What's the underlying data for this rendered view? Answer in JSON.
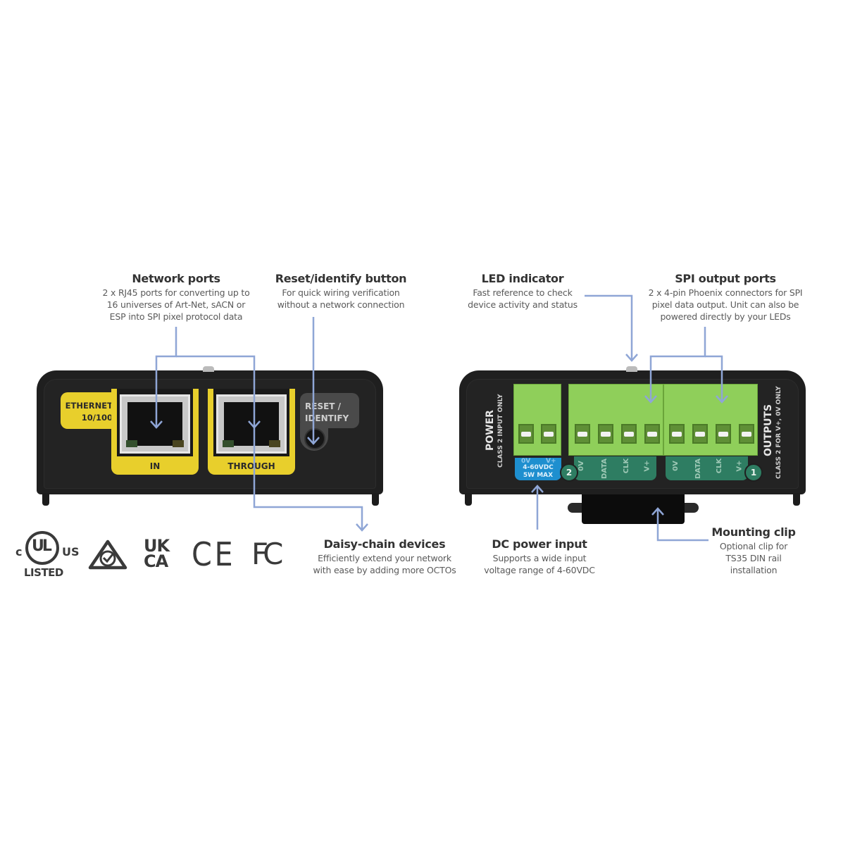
{
  "callouts": {
    "network_ports": {
      "title": "Network ports",
      "lines": [
        "2 x RJ45 ports for converting up to",
        "16 universes of Art-Net, sACN or",
        "ESP into SPI pixel protocol data"
      ]
    },
    "reset_button": {
      "title": "Reset/identify button",
      "lines": [
        "For quick wiring verification",
        "without a network connection"
      ]
    },
    "led_indicator": {
      "title": "LED indicator",
      "lines": [
        "Fast reference to check",
        "device activity and status"
      ]
    },
    "spi_output": {
      "title": "SPI output ports",
      "lines": [
        "2 x 4-pin Phoenix connectors for SPI",
        "pixel data output. Unit can also be",
        "powered directly by your LEDs"
      ]
    },
    "daisy_chain": {
      "title": "Daisy-chain devices",
      "lines": [
        "Efficiently extend your network",
        "with ease by adding more OCTOs"
      ]
    },
    "dc_power": {
      "title": "DC power input",
      "lines": [
        "Supports a wide input",
        "voltage range of 4-60VDC"
      ]
    },
    "mounting_clip": {
      "title": "Mounting clip",
      "lines": [
        "Optional clip for",
        "TS35 DIN rail",
        "installation"
      ]
    }
  },
  "front_panel": {
    "ethernet_label": [
      "ETHERNET",
      "10/100"
    ],
    "port_in": "IN",
    "port_through": "THROUGH",
    "reset_label": [
      "RESET /",
      "IDENTIFY"
    ]
  },
  "back_panel": {
    "power_label": "POWER",
    "power_sub": "CLASS 2 INPUT ONLY",
    "power_pins": [
      "0V",
      "V+"
    ],
    "power_rating": [
      "4-60VDC",
      "5W MAX"
    ],
    "output_pins": [
      "0V",
      "DATA",
      "CLK",
      "V+"
    ],
    "output_2_num": "2",
    "output_1_num": "1",
    "outputs_label": "OUTPUTS",
    "outputs_sub": "CLASS 2 FOR V+, 0V ONLY"
  },
  "certifications": {
    "ul": {
      "c": "c",
      "mark": "UL",
      "us": "US",
      "listed": "LISTED"
    },
    "rcm": "RCM",
    "ukca": [
      "UK",
      "CA"
    ],
    "ce": "CE",
    "fcc": "FC"
  },
  "colors": {
    "leader_line": "#8fa6d6",
    "ethernet_yellow": "#e8cf2c",
    "terminal_green": "#8fcf5a",
    "pin_teal": "#2e7d62",
    "power_blue": "#1e8fcf",
    "device_body": "#1f1f1f"
  }
}
